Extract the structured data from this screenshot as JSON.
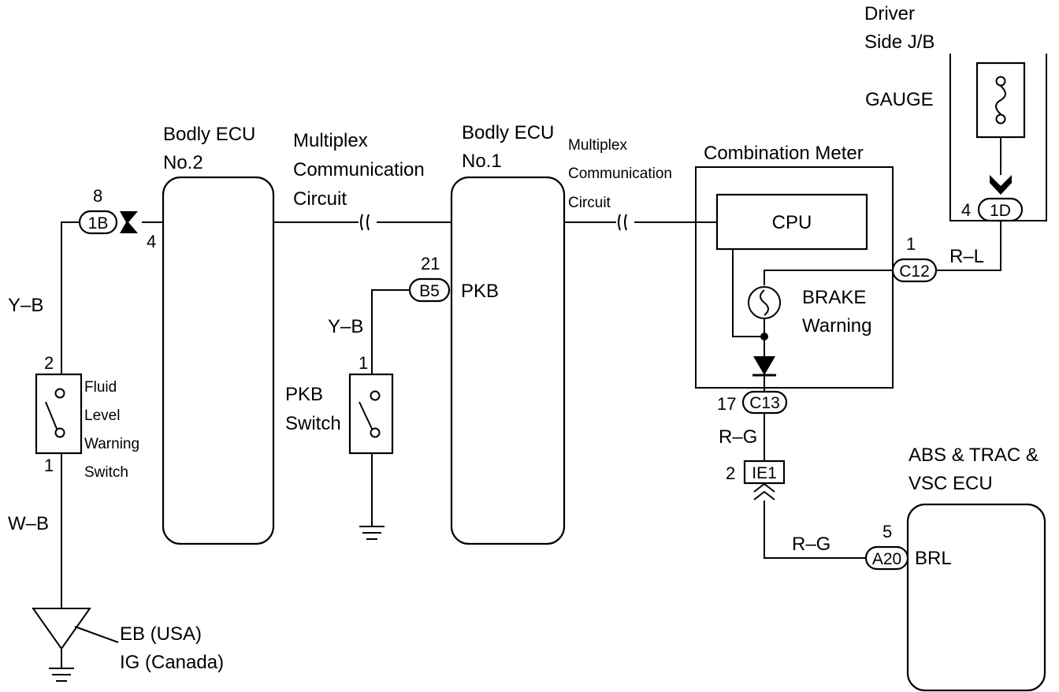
{
  "labels": {
    "ecu2_line1": "Bodly ECU",
    "ecu2_line2": "No.2",
    "mux1_line1": "Multiplex",
    "mux1_line2": "Communication",
    "mux1_line3": "Circuit",
    "ecu1_line1": "Bodly ECU",
    "ecu1_line2": "No.1",
    "mux2_line1": "Multiplex",
    "mux2_line2": "Communication",
    "mux2_line3": "Circuit",
    "combination_meter": "Combination Meter",
    "cpu": "CPU",
    "brake_line1": "BRAKE",
    "brake_line2": "Warning",
    "jb_line1": "Driver",
    "jb_line2": "Side J/B",
    "gauge": "GAUGE",
    "fluid_line1": "Fluid",
    "fluid_line2": "Level",
    "fluid_line3": "Warning",
    "fluid_line4": "Switch",
    "pkb_switch_line1": "PKB",
    "pkb_switch_line2": "Switch",
    "pkb_terminal": "PKB",
    "ground_line1": "EB (USA)",
    "ground_line2": "IG (Canada)",
    "abs_line1": "ABS & TRAC &",
    "abs_line2": "VSC ECU",
    "brl": "BRL"
  },
  "connectors": {
    "c1B": "1B",
    "cB5": "B5",
    "cC12": "C12",
    "cC13": "C13",
    "cIE1": "IE1",
    "cA20": "A20",
    "c1D": "1D"
  },
  "pins": {
    "p1B_top": "8",
    "p1B_side": "4",
    "pFluid_top": "2",
    "pFluid_bottom": "1",
    "pB5": "21",
    "pPKB_top": "1",
    "pC12": "1",
    "pC13": "17",
    "pIE1": "2",
    "pA20": "5",
    "p1D": "4"
  },
  "wires": {
    "yb_left": "Y–B",
    "wb_left": "W–B",
    "yb_pkb": "Y–B",
    "rl": "R–L",
    "rg_upper": "R–G",
    "rg_lower": "R–G"
  }
}
